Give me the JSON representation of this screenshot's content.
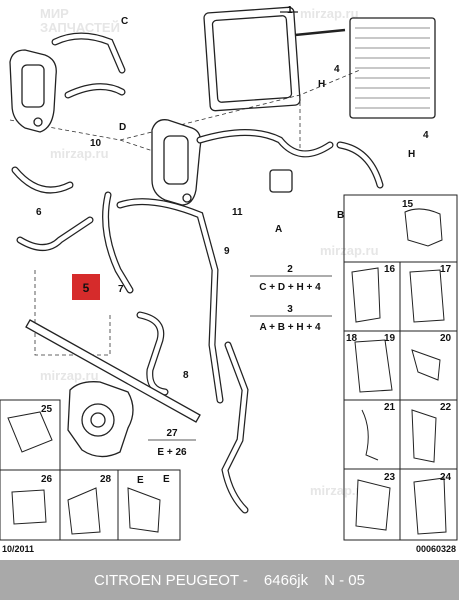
{
  "watermark": "mirzap.ru",
  "watermark_ru": [
    "МИР",
    "ЗАПЧАСТЕЙ"
  ],
  "date_code": "10/2011",
  "doc_code": "00060328",
  "formulas": [
    {
      "num": "2",
      "text": "C + D + H + 4"
    },
    {
      "num": "3",
      "text": "A + B + H + 4"
    },
    {
      "num": "27",
      "text": "E + 26"
    }
  ],
  "callouts": [
    "C",
    "D",
    "1",
    "4",
    "H",
    "4",
    "H",
    "10",
    "6",
    "11",
    "A",
    "B",
    "9",
    "7",
    "8",
    "E"
  ],
  "highlight_part": "5",
  "highlight_color": "#d62b2b",
  "grid_parts": [
    "15",
    "16",
    "17",
    "18",
    "19",
    "20",
    "21",
    "22",
    "23",
    "24"
  ],
  "bottom_parts": [
    "25",
    "26",
    "28",
    "E"
  ],
  "footer": {
    "brand": "CITROEN PEUGEOT -",
    "part_no": "6466jk",
    "page": "N - 05"
  }
}
